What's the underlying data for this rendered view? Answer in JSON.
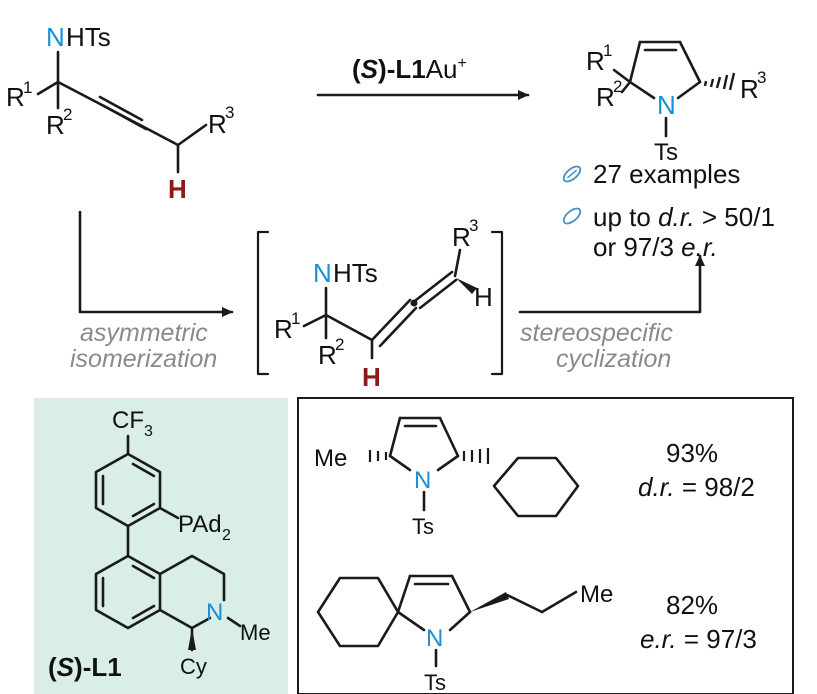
{
  "colors": {
    "nitrogen": "#1b8fd6",
    "hydrogen": "#8b1a1a",
    "ligand_panel": "#d9eee7",
    "annotation_gray": "#8a8a8a",
    "clip_icon": "#4a90c8"
  },
  "atoms": {
    "N": "N",
    "NHTs_N": "N",
    "NHTs_rest": "HTs",
    "H": "H",
    "Ts": "Ts",
    "R": "R",
    "sup1": "1",
    "sup2": "2",
    "sup3": "3",
    "Me": "Me",
    "CF3": "CF",
    "sub3": "3",
    "PAd2": "PAd",
    "sub2": "2",
    "Cy": "Cy"
  },
  "reagent": {
    "open": "(",
    "S": "S",
    "close": ")",
    "L1": "-L1",
    "Au": "Au",
    "plus": "+"
  },
  "highlights": {
    "examples_count": "27 examples",
    "selectivity_line1_pre": "up to ",
    "selectivity_line1_dr": "d.r.",
    "selectivity_line1_post": " > 50/1",
    "selectivity_line2_pre": "or 97/3 ",
    "selectivity_line2_er": "e.r."
  },
  "annotations": {
    "step1_line1": "asymmetric",
    "step1_line2": "isomerization",
    "step2_line1": "stereospecific",
    "step2_line2": "cyclization"
  },
  "examples": [
    {
      "yield": "93%",
      "ratio_label": "d.r.",
      "ratio_value": " = 98/2"
    },
    {
      "yield": "82%",
      "ratio_label": "e.r.",
      "ratio_value": " = 97/3"
    }
  ],
  "ligand_label": {
    "open": "(",
    "S": "S",
    "close": ")",
    "L1": "-L1"
  }
}
